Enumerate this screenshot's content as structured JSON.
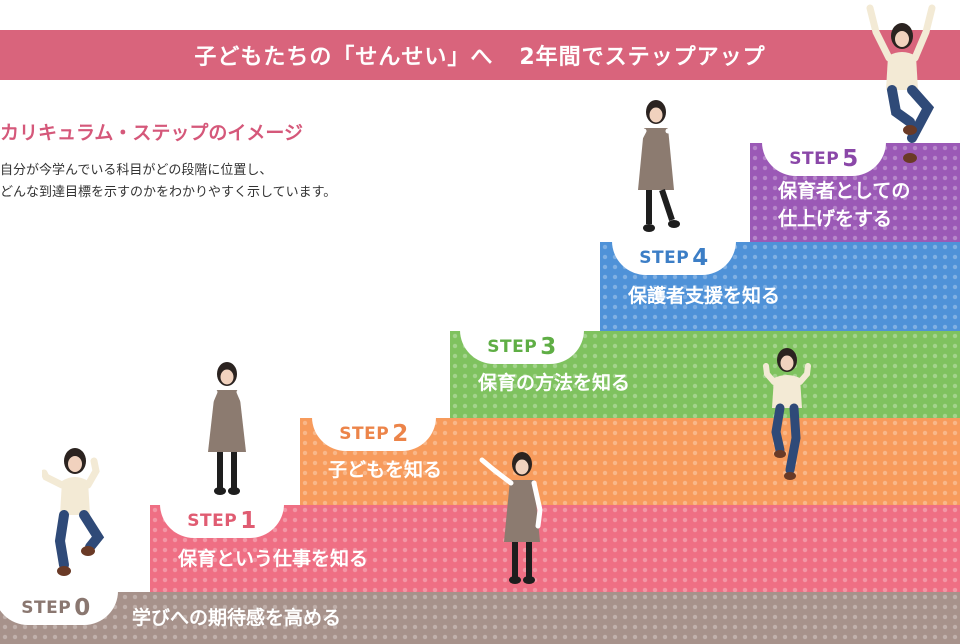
{
  "header": {
    "title_part1": "子どもたちの「せんせい」へ",
    "title_part2": "2年間でステップアップ"
  },
  "intro": {
    "subtitle": "カリキュラム・ステップのイメージ",
    "description_line1": "自分が今学んでいる科目がどの段階に位置し、",
    "description_line2": "どんな到達目標を示すのかをわかりやすく示しています。"
  },
  "steps": [
    {
      "tag": "STEP",
      "number": "0",
      "goal": "学びへの期待感を高める",
      "color": "#a7928b"
    },
    {
      "tag": "STEP",
      "number": "1",
      "goal": "保育という仕事を知る",
      "color": "#ef6f84"
    },
    {
      "tag": "STEP",
      "number": "2",
      "goal": "子どもを知る",
      "color": "#f79b5c"
    },
    {
      "tag": "STEP",
      "number": "3",
      "goal": "保育の方法を知る",
      "color": "#7fc25f"
    },
    {
      "tag": "STEP",
      "number": "4",
      "goal": "保護者支援を知る",
      "color": "#4f92d8"
    },
    {
      "tag": "STEP",
      "number": "5",
      "goal_line1": "保育者としての",
      "goal_line2": "仕上げをする",
      "color": "#9b59b6"
    }
  ]
}
